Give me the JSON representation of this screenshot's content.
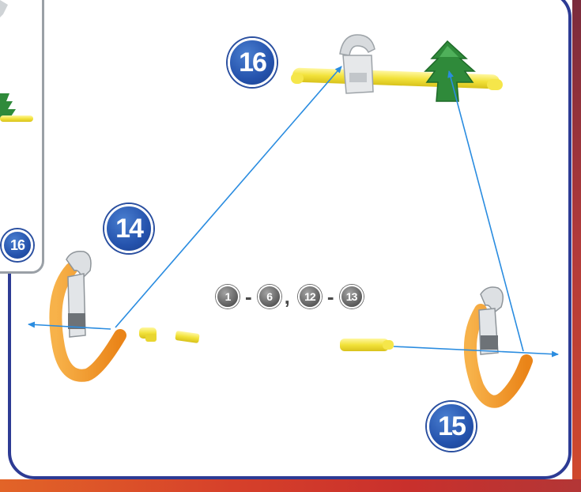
{
  "steps": {
    "main": "16",
    "left": "14",
    "right": "15",
    "inset": "16"
  },
  "sequence": {
    "start_a": "1",
    "dash_a": "-",
    "end_a": "6",
    "comma": ",",
    "start_b": "12",
    "dash_b": "-",
    "end_b": "13"
  },
  "colors": {
    "frame": "#2d3b94",
    "badge": "#2553ad",
    "arrow": "#2a8ce0",
    "rod": "#f2e23a",
    "curve": "#f39a2a",
    "tree": "#2f8a3a",
    "connector": "#d9d9d9",
    "border_bottom": "#d6402a"
  },
  "icons": [
    "green-tree-part-icon",
    "grey-connector-icon",
    "yellow-rod-icon",
    "orange-curve-icon",
    "arrow-icon"
  ]
}
